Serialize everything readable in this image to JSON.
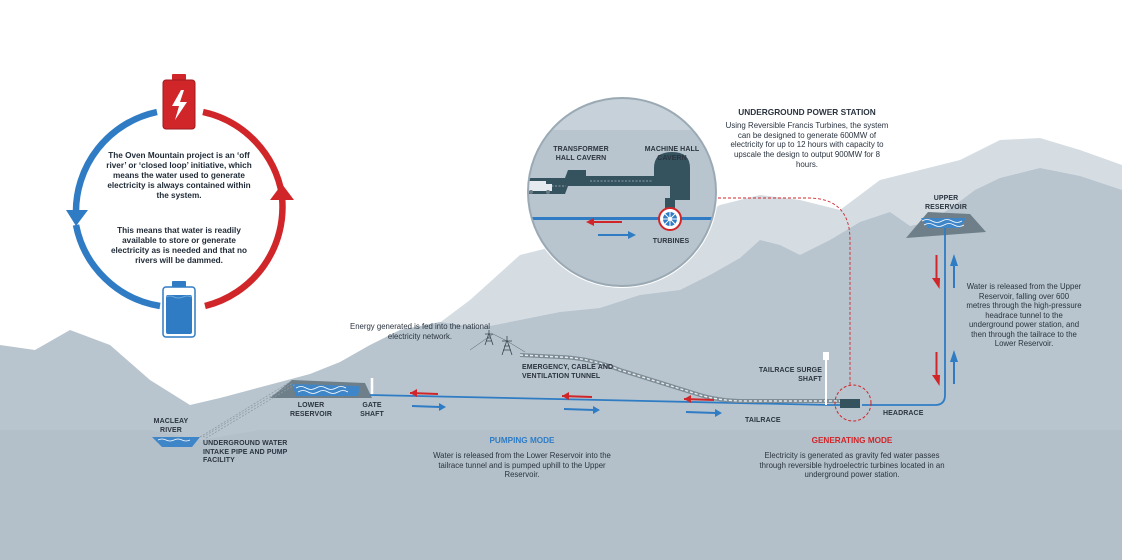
{
  "intro": {
    "paragraph1": "The Oven Mountain project is an ‘off river’ or ‘closed loop’ initiative, which means the water used to generate electricity is always contained within the system.",
    "paragraph2": "This means that water is readily available to store or generate electricity as is needed and that no rivers will be dammed."
  },
  "power_station": {
    "title": "UNDERGROUND POWER STATION",
    "description": "Using Reversible Francis Turbines, the system can be designed to generate 600MW of electricity for up to 12 hours with capacity to upscale the design to output 900MW for 8 hours.",
    "transformer_label": "TRANSFORMER HALL CAVERN",
    "machine_label": "MACHINE HALL CAVERN",
    "turbines_label": "TURBINES"
  },
  "labels": {
    "upper_reservoir": "UPPER RESERVOIR",
    "lower_reservoir": "LOWER RESERVOIR",
    "macleay_river": "MACLEAY RIVER",
    "intake": "UNDERGROUND WATER INTAKE PIPE AND PUMP FACILITY",
    "gate_shaft": "GATE SHAFT",
    "tunnel": "EMERGENCY, CABLE AND VENTILATION TUNNEL",
    "surge_shaft": "TAILRACE SURGE SHAFT",
    "tailrace": "TAILRACE",
    "headrace": "HEADRACE"
  },
  "energy_note": "Energy generated is fed into the national electricity network.",
  "upper_note": "Water is released from the Upper Reservoir, falling over 600 metres through the high-pressure headrace tunnel to the underground power station, and then through the tailrace to the Lower Reservoir.",
  "pumping": {
    "title": "PUMPING MODE",
    "text": "Water is released from the Lower Reservoir into the tailrace tunnel and is pumped uphill to the Upper Reservoir."
  },
  "generating": {
    "title": "GENERATING MODE",
    "text": "Electricity is generated as gravity fed water passes through reversible hydroelectric turbines located in an underground power station."
  },
  "colors": {
    "blue": "#2f7cc4",
    "red": "#d0262a",
    "mountain": "#b8c5ce",
    "mountain_light": "#d5dde3",
    "pipe": "#35525f"
  },
  "icons": [
    "battery-full-icon",
    "battery-charging-icon",
    "truck-icon",
    "turbine-icon",
    "pylon-icon"
  ]
}
